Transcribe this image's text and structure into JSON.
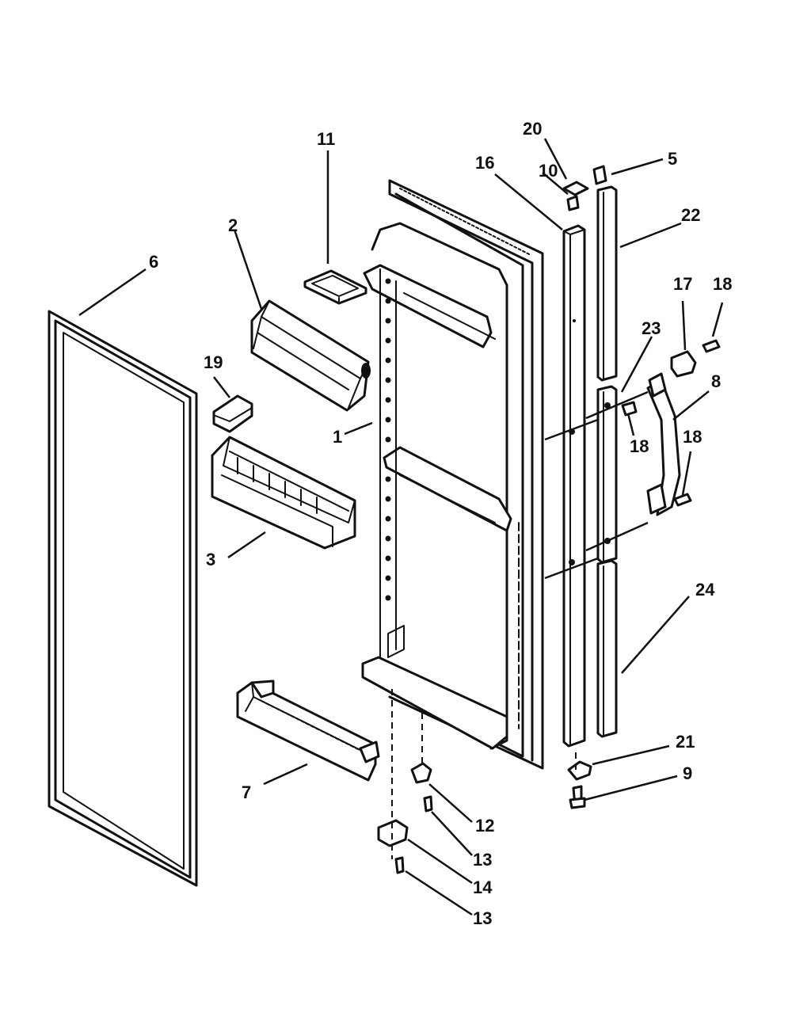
{
  "callouts": {
    "c1": "1",
    "c2": "2",
    "c3": "3",
    "c5": "5",
    "c6": "6",
    "c7": "7",
    "c8": "8",
    "c9": "9",
    "c10": "10",
    "c11": "11",
    "c12": "12",
    "c13a": "13",
    "c13b": "13",
    "c14": "14",
    "c16": "16",
    "c17": "17",
    "c18a": "18",
    "c18b": "18",
    "c18c": "18",
    "c19": "19",
    "c20": "20",
    "c21": "21",
    "c22": "22",
    "c23": "23",
    "c24": "24"
  }
}
